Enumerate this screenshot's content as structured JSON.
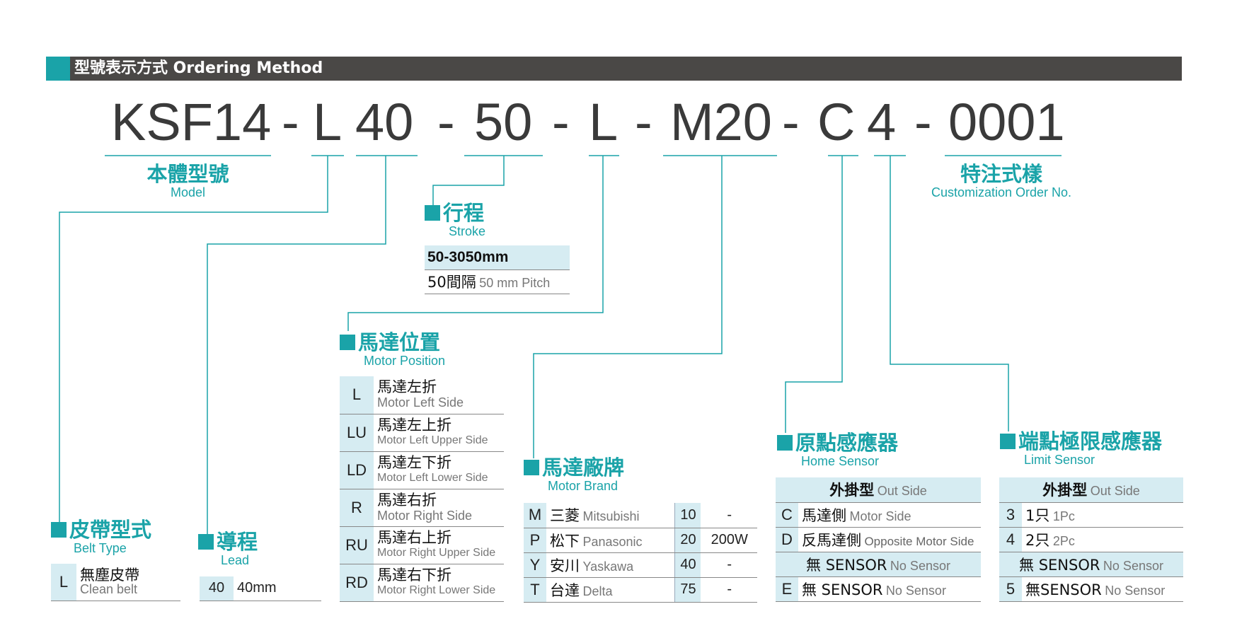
{
  "header": {
    "title": "型號表示方式 Ordering Method"
  },
  "code": {
    "model": "KSF14",
    "d1": "-",
    "belt": "L",
    "lead": "40",
    "d2": "-",
    "stroke": "50",
    "d3": "-",
    "position": "L",
    "d4": "-",
    "brand": "M20",
    "d5": "-",
    "home": "C",
    "limit": "4",
    "d6": "-",
    "custom": "0001"
  },
  "model": {
    "title_zh": "本體型號",
    "title_en": "Model"
  },
  "custom": {
    "title_zh": "特注式樣",
    "title_en": "Customization Order No."
  },
  "stroke": {
    "title_zh": "行程",
    "title_en": "Stroke",
    "range": "50-3050mm",
    "pitch_zh": "50間隔",
    "pitch_en": "50 mm Pitch"
  },
  "belt": {
    "title_zh": "皮帶型式",
    "title_en": "Belt Type",
    "rows": [
      {
        "code": "L",
        "zh": "無塵皮帶",
        "en": "Clean belt"
      }
    ]
  },
  "lead": {
    "title_zh": "導程",
    "title_en": "Lead",
    "rows": [
      {
        "code": "40",
        "value": "40mm"
      }
    ]
  },
  "position": {
    "title_zh": "馬達位置",
    "title_en": "Motor Position",
    "rows": [
      {
        "code": "L",
        "zh": "馬達左折",
        "en": "Motor Left Side"
      },
      {
        "code": "LU",
        "zh": "馬達左上折",
        "en": "Motor Left Upper Side"
      },
      {
        "code": "LD",
        "zh": "馬達左下折",
        "en": "Motor Left Lower Side"
      },
      {
        "code": "R",
        "zh": "馬達右折",
        "en": "Motor Right Side"
      },
      {
        "code": "RU",
        "zh": "馬達右上折",
        "en": "Motor Right Upper Side"
      },
      {
        "code": "RD",
        "zh": "馬達右下折",
        "en": "Motor Right Lower Side"
      }
    ]
  },
  "brand": {
    "title_zh": "馬達廠牌",
    "title_en": "Motor Brand",
    "rows": [
      {
        "code": "M",
        "zh": "三菱",
        "en": "Mitsubishi",
        "size": "10",
        "power": "-"
      },
      {
        "code": "P",
        "zh": "松下",
        "en": "Panasonic",
        "size": "20",
        "power": "200W"
      },
      {
        "code": "Y",
        "zh": "安川",
        "en": "Yaskawa",
        "size": "40",
        "power": "-"
      },
      {
        "code": "T",
        "zh": "台達",
        "en": "Delta",
        "size": "75",
        "power": "-"
      }
    ]
  },
  "home": {
    "title_zh": "原點感應器",
    "title_en": "Home Sensor",
    "group1_zh": "外掛型",
    "group1_en": "Out Side",
    "rows": [
      {
        "code": "C",
        "zh": "馬達側",
        "en": "Motor Side"
      },
      {
        "code": "D",
        "zh": "反馬達側",
        "en": "Opposite Motor Side"
      }
    ],
    "nosensor_zh": "無 SENSOR",
    "nosensor_en": "No Sensor",
    "e_code": "E",
    "e_zh": "無 SENSOR",
    "e_en": "No Sensor"
  },
  "limit": {
    "title_zh": "端點極限感應器",
    "title_en": "Limit Sensor",
    "group1_zh": "外掛型",
    "group1_en": "Out Side",
    "rows": [
      {
        "code": "3",
        "zh": "1只",
        "en": "1Pc"
      },
      {
        "code": "4",
        "zh": "2只",
        "en": "2Pc"
      }
    ],
    "nosensor_zh": "無 SENSOR",
    "nosensor_en": "No Sensor",
    "e_code": "5",
    "e_zh": "無SENSOR",
    "e_en": "No Sensor"
  },
  "colors": {
    "accent": "#1aa3a8",
    "header_bg": "#4a4846",
    "cell_bg": "#d6ecf2"
  }
}
